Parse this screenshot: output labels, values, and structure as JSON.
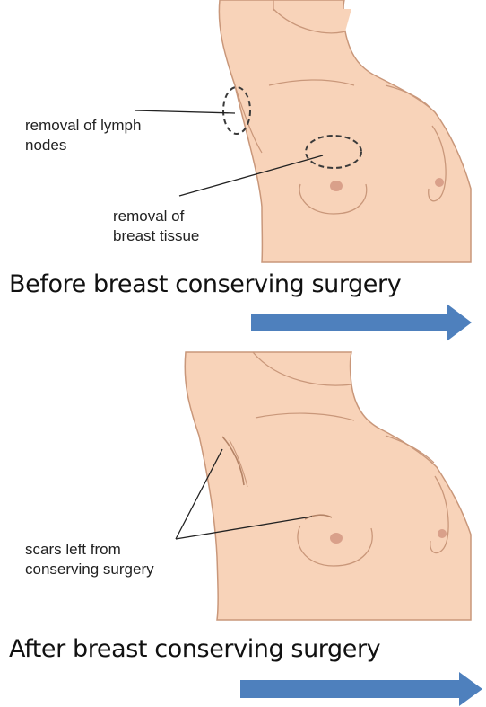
{
  "before": {
    "caption": "Before breast conserving surgery",
    "labels": {
      "lymph": "removal of lymph\nnodes",
      "tissue": "removal of\nbreast tissue"
    }
  },
  "after": {
    "caption": "After breast conserving surgery",
    "labels": {
      "scars": "scars left from\nconserving surgery"
    }
  },
  "colors": {
    "skin": "#f8d3b9",
    "outline": "#b98a6e",
    "arrow": "#4e80bd",
    "nipple": "#d9a08a"
  }
}
